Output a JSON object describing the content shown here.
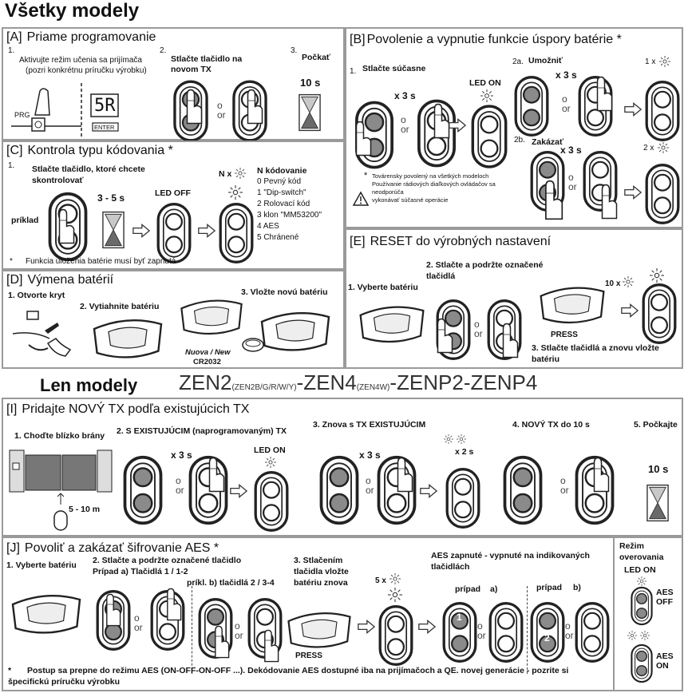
{
  "heading": "Všetky modely",
  "or_top": "o",
  "or_bottom": "or",
  "panel_a": {
    "tag": "[A]",
    "title": "Priame programovanie",
    "step1_num": "1.",
    "step1_text_1": "Aktivujte režim učenia sa prijímača",
    "step1_text_2": "(pozri konkrétnu príručku výrobku)",
    "prg_label": "PRG",
    "display_text": "5R",
    "enter_label": "ENTER",
    "step2_num": "2.",
    "step2_text_1": "Stlačte tlačidlo na",
    "step2_text_2": "novom TX",
    "step3_num": "3.",
    "step3_text": "Počkať",
    "wait": "10 s"
  },
  "panel_b": {
    "tag": "[B]",
    "title": "Povolenie a vypnutie funkcie úspory batérie *",
    "step1_num": "1.",
    "step1_text": "Stlačte súčasne",
    "times": "x 3 s",
    "led_on": "LED ON",
    "step2a": "2a.",
    "enable": "Umožniť",
    "times_2a": "x 3 s",
    "blink_2a": "1 x",
    "step2b": "2b.",
    "disable": "Zakázať",
    "times_2b": "x 3 s",
    "blink_2b": "2 x",
    "note_1": "Továrensky povolený na všetkých modeloch",
    "note_2": "Používanie rádiových diaľkových ovládačov sa",
    "note_3": "neodporúča",
    "note_4": "vykonávať súčasné operácie"
  },
  "panel_c": {
    "tag": "[C]",
    "title": "Kontrola typu kódovania *",
    "step1_num": "1.",
    "step1_text_1": "Stlačte tlačidlo, ktoré chcete",
    "step1_text_2": "skontrolovať",
    "example": "príklad",
    "time": "3 - 5 s",
    "led_off": "LED OFF",
    "nx": "N x",
    "list_title": "N kódovanie",
    "list": [
      "0 Pevný kód",
      "1 \"Dip-switch\"",
      "2 Rolovací kód",
      "3 klon \"MM53200\"",
      "4 AES",
      "5 Chránené"
    ],
    "footnote": "Funkcia uloženia batérie musí byť zapnutá"
  },
  "panel_d": {
    "tag": "[D]",
    "title": "Výmena batérií",
    "step1": "1. Otvorte kryt",
    "step2": "2. Vytiahnite batériu",
    "step3": "3. Vložte novú batériu",
    "new_label": "Nuova / New",
    "cell_label": "CR2032"
  },
  "panel_e": {
    "tag": "[E]",
    "title": "RESET do výrobných nastavení",
    "step1": "1. Vyberte batériu",
    "step2_1": "2. Stlačte a podržte označené",
    "step2_2": "tlačidlá",
    "blink": "10 x",
    "press": "PRESS",
    "step3": "3. Stlačte tlačidlá a znovu vložte",
    "step3_2": "batériu"
  },
  "models": {
    "label": "Len modely",
    "zen2": "ZEN2",
    "zen2_sub": "(ZEN2B/G/R/W/Y)",
    "zen4": "-ZEN4",
    "zen4_sub": "(ZEN4W)",
    "rest": "-ZENP2-ZENP4"
  },
  "panel_i": {
    "tag": "[I]",
    "title": "Pridajte NOVÝ TX podľa existujúcich TX",
    "step1": "1. Choďte blízko brány",
    "distance": "5 - 10 m",
    "step2": "2. S EXISTUJÚCIM (naprogramovaným) TX",
    "times": "x 3 s",
    "led_on": "LED ON",
    "step3": "3. Znova s TX EXISTUJÚCIM",
    "times_3": "x 3 s",
    "blink": "x 2 s",
    "step4": "4. NOVÝ TX do 10 s",
    "step5": "5. Počkajte",
    "wait": "10 s"
  },
  "panel_j": {
    "tag": "[J]",
    "title": "Povoliť a zakázať šifrovanie AES *",
    "step1": "1. Vyberte batériu",
    "step2_1": "2. Stlačte a podržte označené tlačidlo",
    "step2_2": "Prípad a) Tlačidlá 1 / 1-2",
    "case_b": "príkl. b) tlačidlá 2 / 3-4",
    "step3_1": "3. Stlačením",
    "step3_2": "tlačidla vložte",
    "step3_3": "batériu znova",
    "press": "PRESS",
    "blink": "5 x",
    "aes_1": "AES zapnuté - vypnuté na indikovaných",
    "aes_2": "tlačidlách",
    "case_a_label": "prípad",
    "case_a_val": "a)",
    "case_b_label": "prípad",
    "case_b_val": "b)",
    "btn_1": "1",
    "btn_2": "2",
    "mode_1": "Režim",
    "mode_2": "overovania",
    "led_on": "LED ON",
    "aes_off": "AES",
    "aes_off_2": "OFF",
    "aes_on": "AES",
    "aes_on_2": "ON",
    "footnote_1": "Postup sa prepne do režimu AES (ON-OFF-ON-OFF ...). Dekódovanie AES dostupné iba na prijímačoch a QE. novej generácie - pozrite si",
    "footnote_2": "špecifickú príručku výrobku"
  }
}
